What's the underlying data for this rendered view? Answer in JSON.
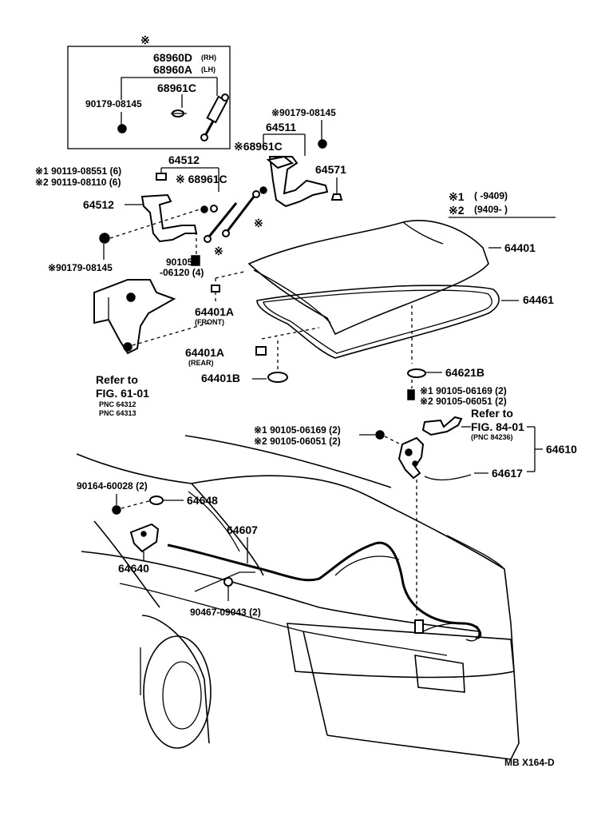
{
  "inset": {
    "mark": "※",
    "pn_rh": "68960D",
    "rh_tag": "(RH)",
    "pn_lh": "68960A",
    "lh_tag": "(LH)",
    "pn_damper_end": "68961C",
    "pn_nut": "90179-08145"
  },
  "legend": {
    "row1_mark": "※1",
    "row1_range": "(        -9409)",
    "row2_mark": "※2",
    "row2_range": "(9409-           )"
  },
  "labels": {
    "p1": "※90179-08145",
    "p2": "64511",
    "p3": "※68961C",
    "p4": "64571",
    "p5": "64512",
    "p6a": "※1 90119-08551 (6)",
    "p6b": "※2 90119-08110 (6)",
    "p7": "※ 68961C",
    "p8": "64512",
    "p9": "※",
    "p10": "※",
    "p11": "※90179-08145",
    "p12a": "90105",
    "p12b": "-06120 (4)",
    "p13": "64401",
    "p14": "64461",
    "p15": "64401A",
    "p15_sub": "(FRONT)",
    "p16": "64401A",
    "p16_sub": "(REAR)",
    "p17": "64401B",
    "ref1_a": "Refer to",
    "ref1_b": "FIG. 61-01",
    "ref1_c": "PNC 64312",
    "ref1_d": "PNC 64313",
    "p18": "64621B",
    "p19a": "※1 90105-06169 (2)",
    "p19b": "※2 90105-06051 (2)",
    "ref2_a": "Refer to",
    "ref2_b": "FIG. 84-01",
    "ref2_c": "(PNC 84236)",
    "p20a": "※1 90105-06169 (2)",
    "p20b": "※2 90105-06051 (2)",
    "p21": "64610",
    "p22": "64617",
    "p23": "90164-60028 (2)",
    "p24": "64648",
    "p25": "64607",
    "p26": "64640",
    "p27": "90467-09043 (2)",
    "code": "MB  X164-D"
  }
}
